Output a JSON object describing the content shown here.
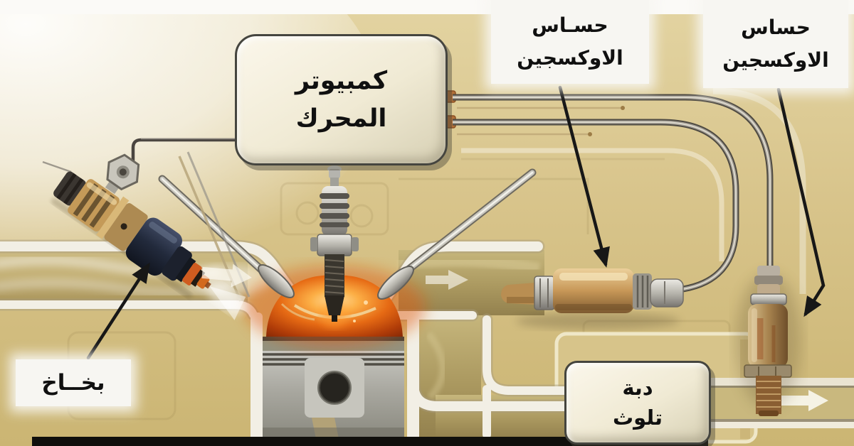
{
  "labels": {
    "ecu": {
      "line1": "كمبيوتر",
      "line2": "المحرك"
    },
    "o2_front": {
      "line1": "حسـاس",
      "line2": "الاوكسجين"
    },
    "o2_rear": {
      "line1": "حساس",
      "line2": "الاوكسجين"
    },
    "injector": {
      "text": "بخــاخ"
    },
    "converter": {
      "line1": "دبة",
      "line2": "تلوث"
    }
  },
  "icons": {
    "annotation_arrow": "black-pointer-arrow",
    "flow_arrow": "white-flow-arrow"
  },
  "colors": {
    "background_tan": "#d5c186",
    "panel_cream": "#f4efdd",
    "panel_border": "#45453f",
    "label_patch_white": "#f7f6f2",
    "annotation_black": "#171717",
    "combustion_orange": "#e0650f",
    "pipe_outline_white": "#f2efe5",
    "exhaust_olive": "#af9d62",
    "brass": "#c79757",
    "silver": "#b9b8b2",
    "copper_connector": "#b06f38",
    "injector_navy": "#232a38",
    "bottom_bar_black": "#100f0c"
  }
}
